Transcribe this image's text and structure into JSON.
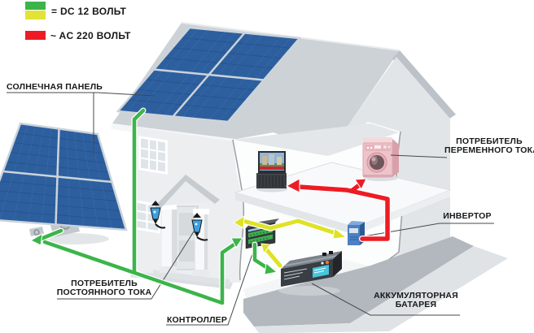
{
  "legend": {
    "dc": {
      "label": "= DC 12 ВОЛЬТ",
      "swatch_colors": [
        "#3cb44a",
        "#e2e337"
      ]
    },
    "ac": {
      "label": "~ AC 220 ВОЛЬТ",
      "swatch_color": "#ed1c24"
    }
  },
  "labels": {
    "solar_panel": "СОЛНЕЧНАЯ ПАНЕЛЬ",
    "ac_consumer": [
      "ПОТРЕБИТЕЛЬ",
      "ПЕРЕМЕННОГО ТОКА"
    ],
    "inverter": "ИНВЕРТОР",
    "battery": [
      "АККУМУЛЯТОРНАЯ",
      "БАТАРЕЯ"
    ],
    "controller": "КОНТРОЛЛЕР",
    "dc_consumer": [
      "ПОТРЕБИТЕЛЬ",
      "ПОСТОЯННОГО ТОКА"
    ]
  },
  "wires": {
    "dc_solar_color": "#3cb44a",
    "dc_12v_color": "#dfe226",
    "ac_220v_color": "#ed1c24"
  },
  "objects": [
    "roof-solar-array",
    "ground-solar-array",
    "house",
    "porch-lantern",
    "tv-set",
    "washing-machine",
    "inverter-device",
    "controller-device",
    "battery-device"
  ]
}
